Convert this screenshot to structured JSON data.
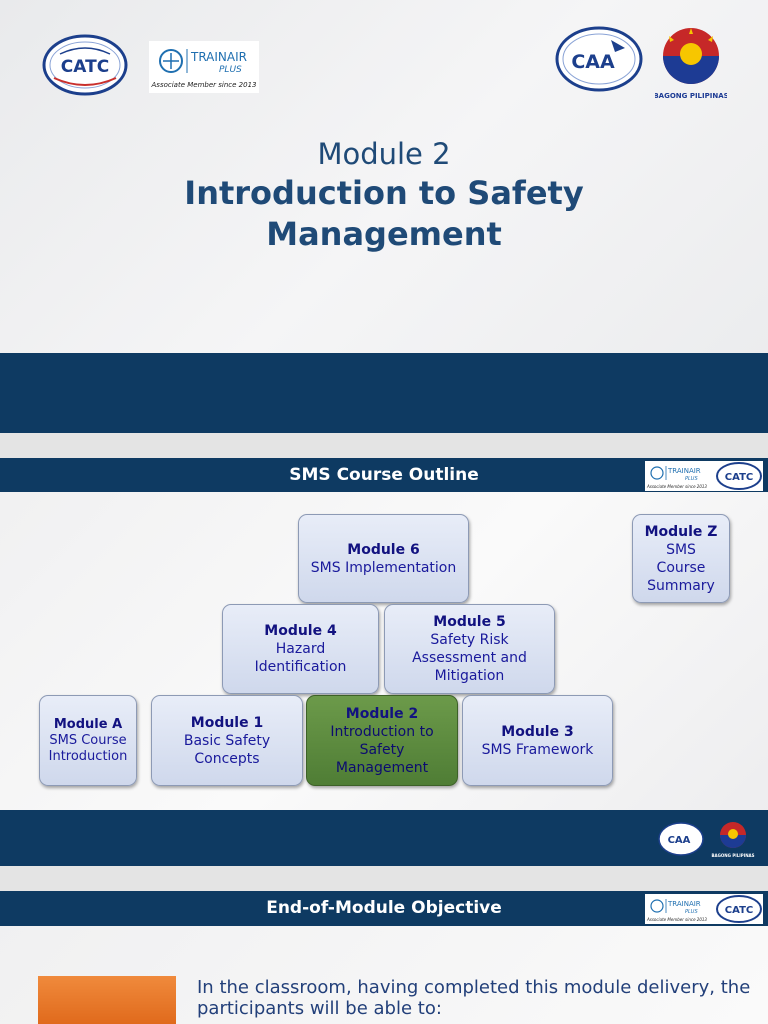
{
  "colors": {
    "navy": "#0e3a62",
    "title_blue": "#1f4a77",
    "module_green": "#5b8a3e",
    "orange": "#e8782a"
  },
  "slide1": {
    "title_line1": "Module 2",
    "title_line2": "Introduction to Safety",
    "title_line3": "Management",
    "logos": {
      "catc_text": "CATC",
      "trainair_title": "TRAINAIR",
      "trainair_plus": "PLUS",
      "trainair_caption": "Associate Member since 2013",
      "caa_text": "CAA",
      "bp_caption": "BAGONG PILIPINAS"
    }
  },
  "slide2": {
    "header": "SMS Course Outline",
    "modules": [
      {
        "name": "Module 6",
        "desc": "SMS Implementation"
      },
      {
        "name": "Module Z",
        "desc": "SMS Course Summary"
      },
      {
        "name": "Module 4",
        "desc": "Hazard Identification"
      },
      {
        "name": "Module 5",
        "desc": "Safety Risk Assessment and Mitigation"
      },
      {
        "name": "Module A",
        "desc": "SMS Course Introduction"
      },
      {
        "name": "Module 1",
        "desc": "Basic Safety Concepts"
      },
      {
        "name": "Module 2",
        "desc": "Introduction to Safety Management"
      },
      {
        "name": "Module 3",
        "desc": "SMS Framework"
      }
    ]
  },
  "slide3": {
    "header": "End-of-Module Objective",
    "body": "In the classroom, having completed this module delivery, the participants will be able to:"
  }
}
